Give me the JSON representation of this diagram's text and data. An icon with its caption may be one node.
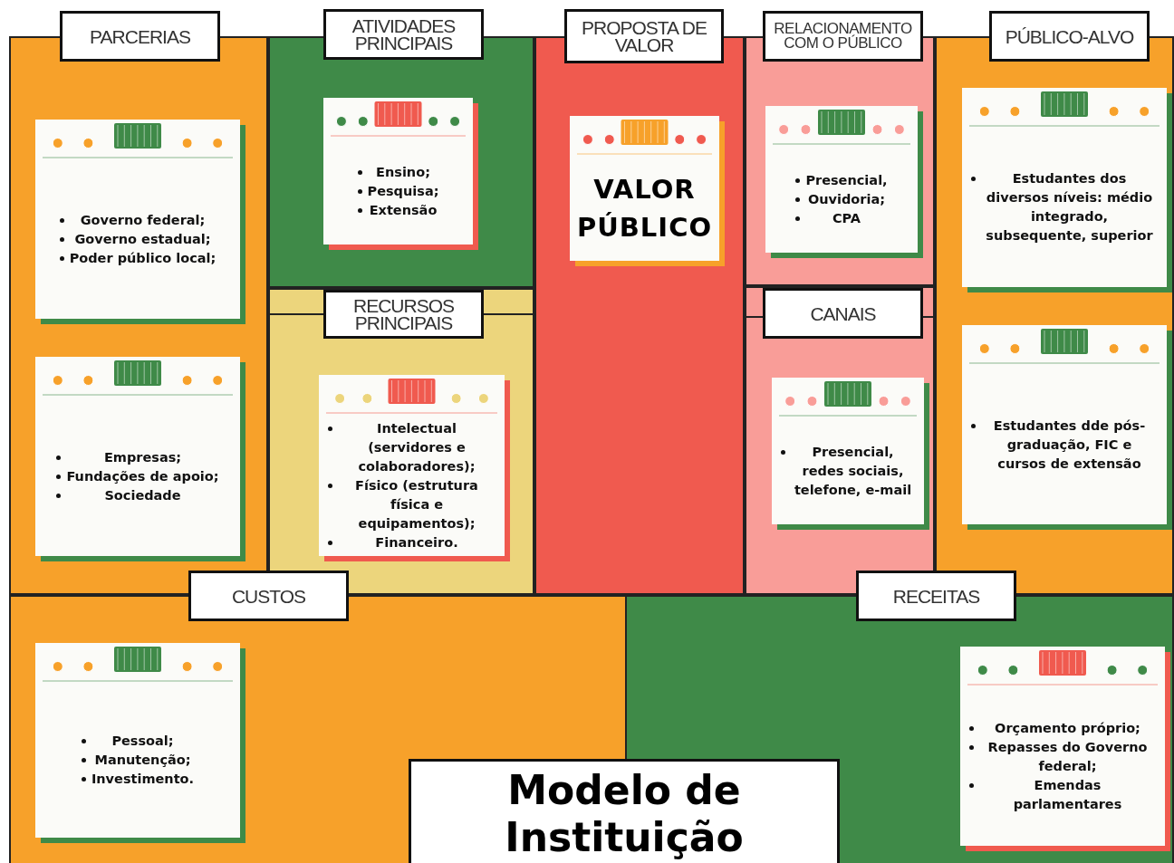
{
  "diagram": {
    "title": "Modelo de Instituição",
    "nodes": [
      {
        "text": [
          "PARCERIAS"
        ]
      },
      {
        "text": [
          "Governo federal;",
          "Governo estadual;",
          "Poder público local;"
        ],
        "in": 0
      },
      {
        "text": [
          "Empresas;",
          "Fundações de apoio;",
          "Sociedade"
        ],
        "in": 0
      },
      {
        "text": [
          "ATIVIDADES PRINCIPAIS"
        ]
      },
      {
        "text": [
          "Ensino;",
          "Pesquisa;",
          "Extensão"
        ],
        "in": 3
      },
      {
        "text": [
          "RECURSOS PRINCIPAIS"
        ]
      },
      {
        "text": [
          "Intelectual (servidores e colaboradores);",
          "Físico (estrutura física e equipamentos);",
          "Financeiro."
        ],
        "in": 5
      },
      {
        "text": [
          "PROPOSTA DE VALOR"
        ]
      },
      {
        "text": [
          "VALOR PÚBLICO"
        ],
        "in": 7
      },
      {
        "text": [
          "RELACIONAMENTO COM O PÚBLICO"
        ]
      },
      {
        "text": [
          "Presencial,",
          "Ouvidoria;",
          "CPA"
        ],
        "in": 9
      },
      {
        "text": [
          "CANAIS"
        ]
      },
      {
        "text": [
          "Presencial, redes sociais, telefone, e-mail"
        ],
        "in": 11
      },
      {
        "text": [
          "PÚBLICO-ALVO"
        ]
      },
      {
        "text": [
          "Estudantes dos diversos níveis: médio integrado, subsequente, superior"
        ],
        "in": 13
      },
      {
        "text": [
          "Estudantes dde pós-graduação, FIC e cursos de extensão"
        ],
        "in": 13
      },
      {
        "text": [
          "CUSTOS"
        ]
      },
      {
        "text": [
          "Pessoal;",
          "Manutenção;",
          "Investimento."
        ],
        "in": 16
      },
      {
        "text": [
          "RECEITAS"
        ]
      },
      {
        "text": [
          "Orçamento próprio;",
          "Repasses do Governo federal;",
          "Emendas parlamentares"
        ],
        "in": 18
      }
    ],
    "edges": []
  }
}
